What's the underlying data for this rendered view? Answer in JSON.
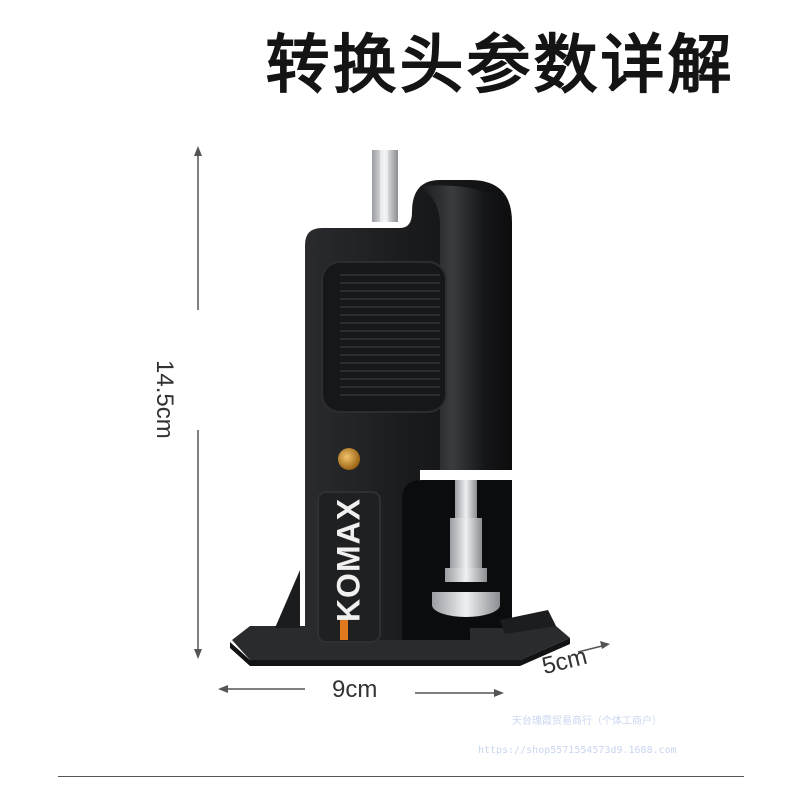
{
  "title": "转换头参数详解",
  "dimensions": {
    "height": "14.5cm",
    "width": "9cm",
    "depth": "5cm"
  },
  "brand": "KOMAX",
  "watermark": {
    "line1": "天台瑰霞贸易商行（个体工商户）",
    "line2": "https://shop5571554573d9.1688.com"
  },
  "colors": {
    "body": "#1c1d1f",
    "accent": "#e07a1f",
    "brass": "#c8902c"
  }
}
